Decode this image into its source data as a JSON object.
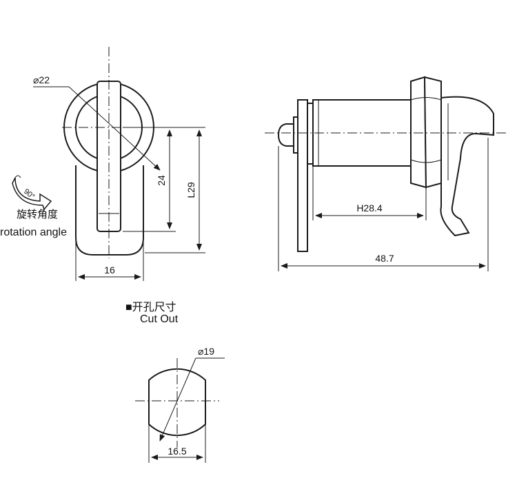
{
  "dimensions": {
    "front_diameter": "⌀22",
    "cam_height": "24",
    "overall_height": "L29",
    "width": "16",
    "body_length": "H28.4",
    "overall_length": "48.7",
    "cutout_diameter": "⌀19",
    "cutout_width": "16.5"
  },
  "rotation": {
    "angle": "90°",
    "label_zh": "旋转角度",
    "label_en": "rotation angle"
  },
  "cutout": {
    "title_zh": "■开孔尺寸",
    "title_en": "Cut Out"
  }
}
